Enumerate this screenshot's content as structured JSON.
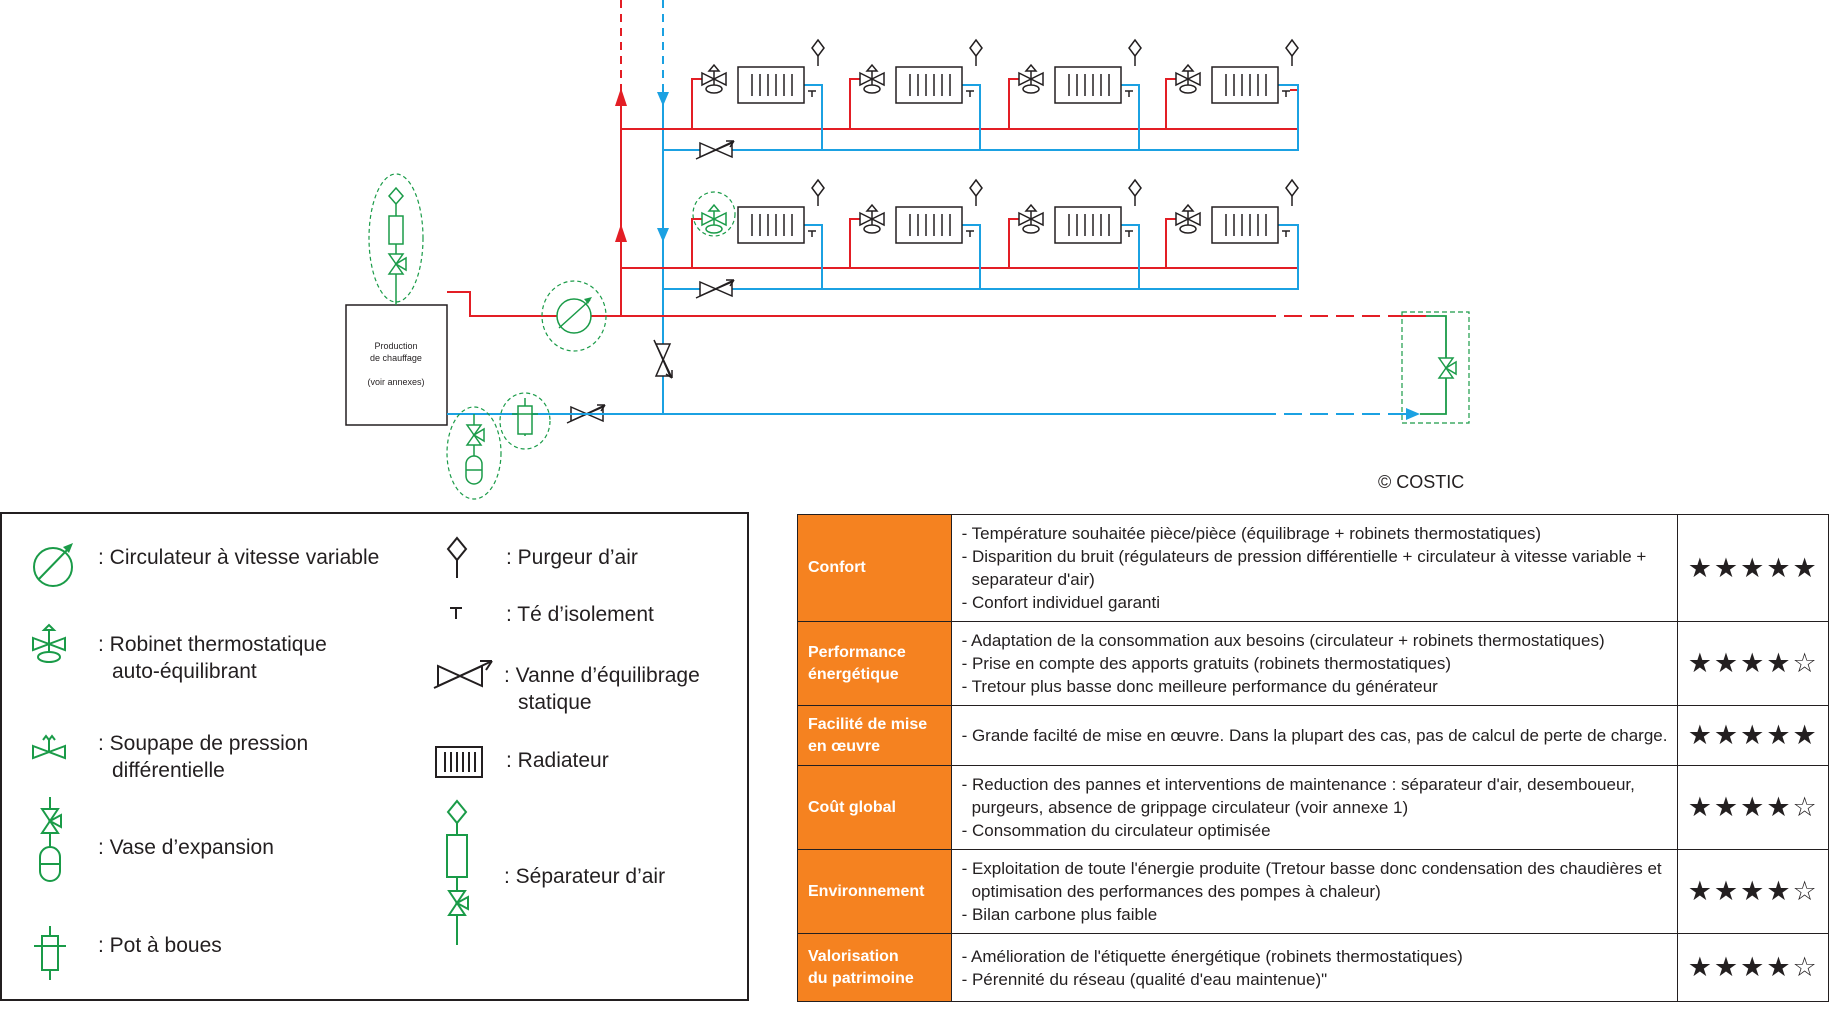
{
  "diagram": {
    "boiler_label_line1": "Production",
    "boiler_label_line2": "de chauffage",
    "boiler_label_line3": "(voir annexes)",
    "copyright": "© COSTIC"
  },
  "legend": [
    {
      "icon": "variable-speed-pump-icon",
      "text": ": Circulateur à vitesse variable"
    },
    {
      "icon": "thermostatic-valve-icon",
      "text": ": Robinet thermostatique auto-équilibrant"
    },
    {
      "icon": "differential-pressure-valve-icon",
      "text": ": Soupape de pression différentielle"
    },
    {
      "icon": "expansion-vessel-icon",
      "text": ": Vase d’expansion"
    },
    {
      "icon": "mud-pot-icon",
      "text": ": Pot  à boues"
    },
    {
      "icon": "air-vent-icon",
      "text": ": Purgeur d’air"
    },
    {
      "icon": "isolation-tee-icon",
      "text": ": Té d’isolement"
    },
    {
      "icon": "balancing-valve-icon",
      "text": ": Vanne d’équilibrage statique"
    },
    {
      "icon": "radiator-icon",
      "text": ": Radiateur"
    },
    {
      "icon": "air-separator-icon",
      "text": ": Séparateur d’air"
    }
  ],
  "legend_lines": {
    "robinet_1": ": Robinet thermostatique",
    "robinet_2": "auto-équilibrant",
    "soupape_1": ": Soupape de pression",
    "soupape_2": "différentielle",
    "vanne_1": ": Vanne d’équilibrage",
    "vanne_2": "statique"
  },
  "criteria": [
    {
      "category": [
        "Confort"
      ],
      "lines": [
        "- Température souhaitée pièce/pièce (équilibrage + robinets thermostatiques)",
        "- Disparition du bruit (régulateurs de pression différentielle + circulateur à vitesse variable +",
        "separateur d'air)",
        "- Confort individuel garanti"
      ],
      "rating": "★★★★★",
      "stars": 5
    },
    {
      "category": [
        "Performance",
        "énergétique"
      ],
      "lines": [
        "- Adaptation de la consommation aux besoins (circulateur + robinets thermostatiques)",
        "- Prise en compte des apports gratuits (robinets thermostatiques)",
        "- Tretour plus basse donc meilleure performance du générateur"
      ],
      "rating": "★★★★☆",
      "stars": 4
    },
    {
      "category": [
        "Facilité de mise",
        "en œuvre"
      ],
      "lines": [
        "- Grande facilté de mise en œuvre. Dans la plupart des cas, pas de calcul de perte de charge."
      ],
      "rating": "★★★★★",
      "stars": 5
    },
    {
      "category": [
        "Coût global"
      ],
      "lines": [
        "- Reduction des pannes et interventions de maintenance : séparateur d'air, desemboueur,",
        "purgeurs, absence de grippage circulateur (voir annexe 1)",
        "- Consommation du circulateur optimisée"
      ],
      "rating": "★★★★☆",
      "stars": 4
    },
    {
      "category": [
        "Environnement"
      ],
      "lines": [
        "- Exploitation de toute l'énergie produite (Tretour basse donc condensation des chaudières et",
        "optimisation des performances des pompes à chaleur)",
        "- Bilan carbone plus faible"
      ],
      "rating": "★★★★☆",
      "stars": 4
    },
    {
      "category": [
        "Valorisation",
        "du patrimoine"
      ],
      "lines": [
        "- Amélioration de l'étiquette énergétique (robinets thermostatiques)",
        "- Pérennité du réseau (qualité d'eau maintenue)\""
      ],
      "rating": "★★★★☆",
      "stars": 4
    }
  ],
  "colors": {
    "supply": "#e31e25",
    "return": "#1ba1e2",
    "accessory": "#1a9b48",
    "orange": "#f58220",
    "ink": "#231f20"
  }
}
